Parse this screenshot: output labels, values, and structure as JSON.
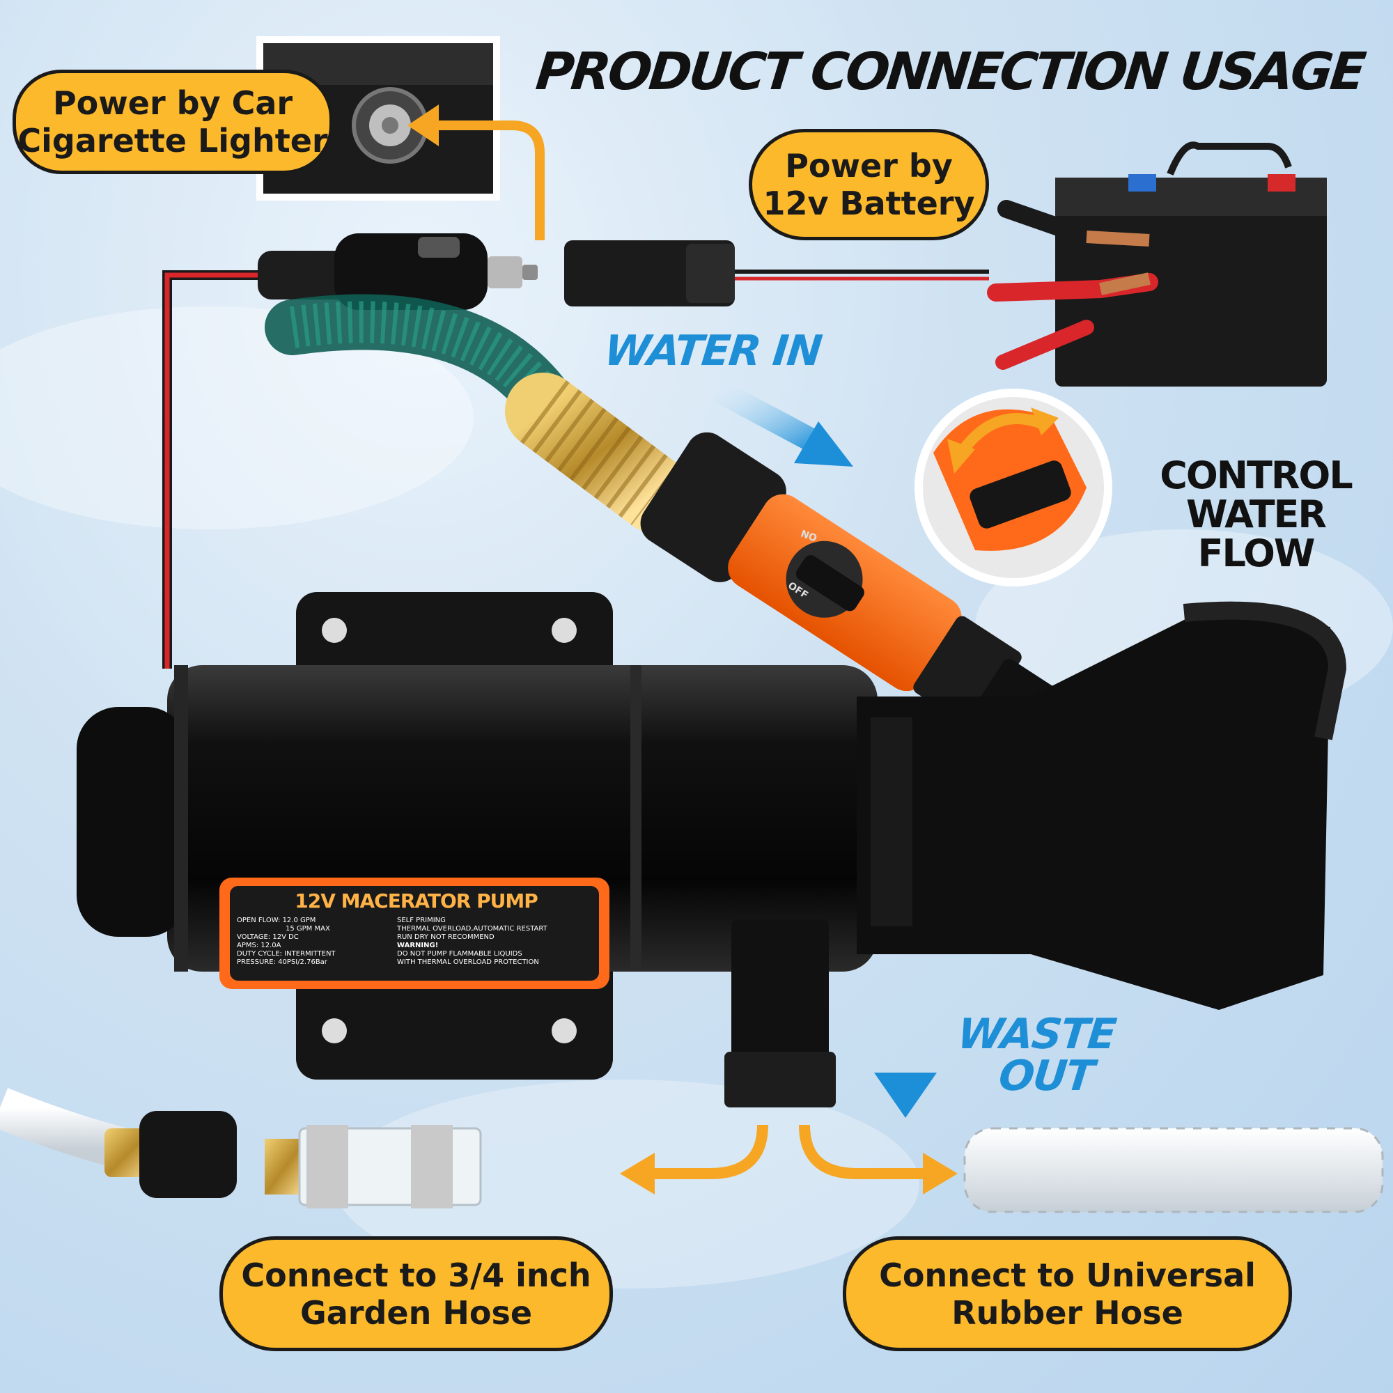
{
  "title": "PRODUCT CONNECTION USAGE",
  "callouts": {
    "cigarette": "Power by Car Cigarette Lighter",
    "battery": "Power by 12v Battery",
    "garden_hose": "Connect to 3/4 inch Garden Hose",
    "rubber_hose": "Connect to Universal Rubber Hose"
  },
  "labels": {
    "water_in": "WATER IN",
    "waste_out_1": "WASTE",
    "waste_out_2": "OUT",
    "control_1": "CONTROL",
    "control_2": "WATER FLOW"
  },
  "pump_label": {
    "heading": "12V MACERATOR PUMP",
    "specs": [
      "OPEN FLOW: 12.0 GPM",
      "15 GPM MAX",
      "VOLTAGE: 12V DC",
      "APMS: 12.0A",
      "DUTY CYCLE: INTERMITTENT",
      "PRESSURE: 40PSI/2.76Bar"
    ],
    "features": [
      "SELF PRIMING",
      "THERMAL OVERLOAD,AUTOMATIC RESTART",
      "RUN DRY NOT RECOMMEND",
      "WARNING!",
      "DO NOT PUMP FLAMMABLE LIQUIDS",
      "WITH THERMAL OVERLOAD PROTECTION"
    ]
  },
  "valve_marks": {
    "off": "OFF",
    "on": "ON"
  },
  "colors": {
    "accent": "#fbb92b",
    "blue": "#1e8fd6",
    "orange": "#ff6a1a",
    "arrow_orange": "#f6a623"
  }
}
